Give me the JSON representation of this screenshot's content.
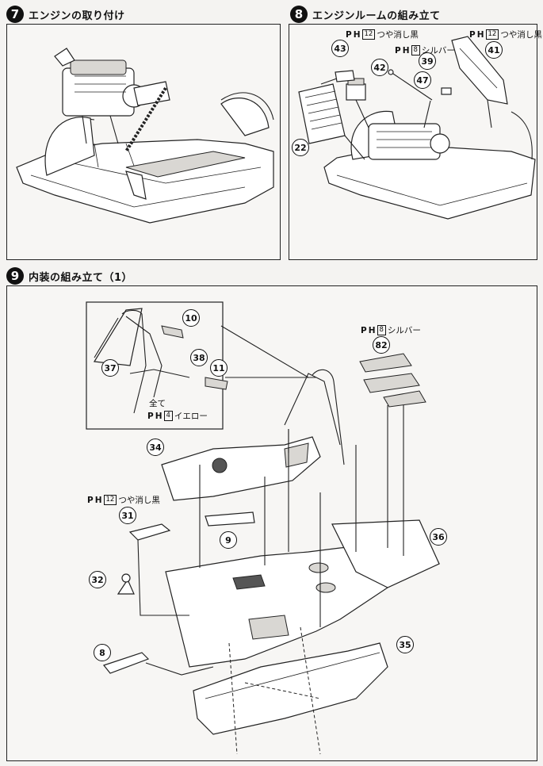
{
  "steps": [
    {
      "number": "7",
      "title": "エンジンの取り付け"
    },
    {
      "number": "8",
      "title": "エンジンルームの組み立て"
    },
    {
      "number": "9",
      "title": "内装の組み立て（1）"
    }
  ],
  "step8": {
    "paints": [
      {
        "prefix": "P",
        "sub": "H",
        "num": "12",
        "color": "つや消し黒"
      },
      {
        "prefix": "P",
        "sub": "H",
        "num": "8",
        "color": "シルバー"
      },
      {
        "prefix": "P",
        "sub": "H",
        "num": "12",
        "color": "つや消し黒"
      }
    ],
    "parts": [
      "43",
      "42",
      "39",
      "47",
      "41",
      "22"
    ]
  },
  "step9": {
    "inset_parts": [
      "10",
      "38",
      "37",
      "11"
    ],
    "inset_note": "全て",
    "inset_paint": {
      "prefix": "P",
      "sub": "H",
      "num": "4",
      "color": "イエロー"
    },
    "paint_silver": {
      "prefix": "P",
      "sub": "H",
      "num": "8",
      "color": "シルバー"
    },
    "paint_black": {
      "prefix": "P",
      "sub": "H",
      "num": "12",
      "color": "つや消し黒"
    },
    "parts": [
      "82",
      "34",
      "31",
      "32",
      "9",
      "36",
      "8",
      "35"
    ]
  }
}
